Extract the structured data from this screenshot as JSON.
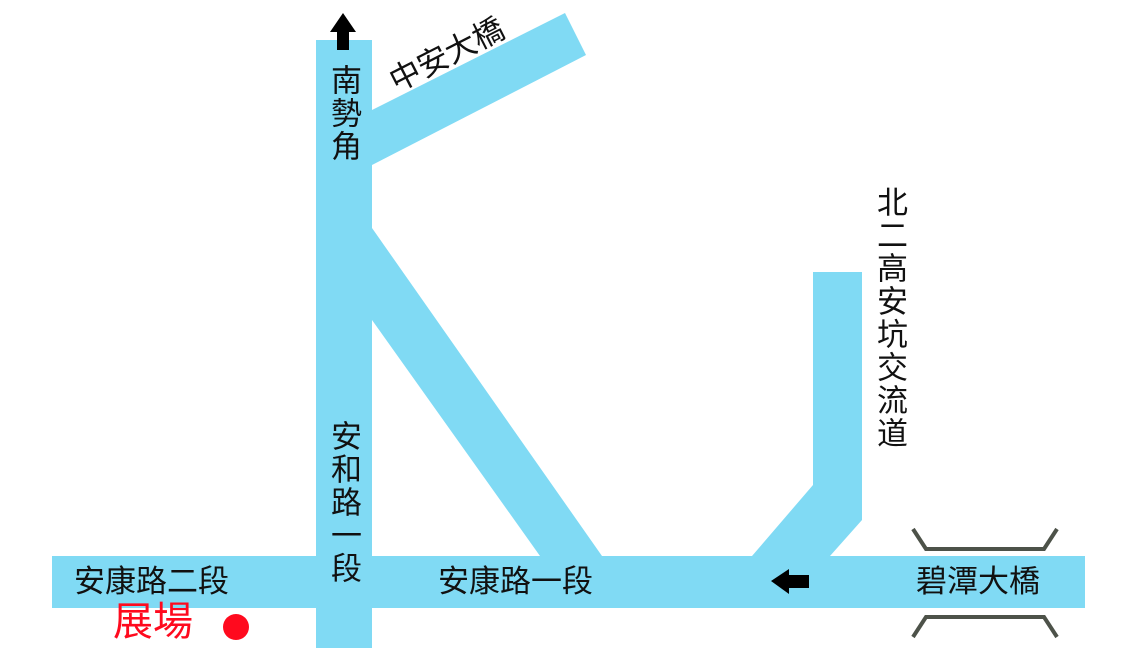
{
  "colors": {
    "road": "#80DAF4",
    "bridge_line": "#4D5249",
    "venue": "#FF0A1E",
    "text": "#111111"
  },
  "roads": {
    "nanshi_jiao": "南勢角",
    "zhongan_bridge": "中安大橋",
    "anhe_rd_sec1": "安和路一段",
    "ankang_rd_sec2": "安康路二段",
    "ankang_rd_sec1": "安康路一段",
    "bitan_bridge": "碧潭大橋",
    "beierga_interchange": "北二高安坑交流道"
  },
  "venue": {
    "label": "展場"
  },
  "icons": {
    "north_arrow": "arrow-up-icon",
    "west_arrow": "arrow-left-icon",
    "venue_marker": "red-dot-icon"
  }
}
